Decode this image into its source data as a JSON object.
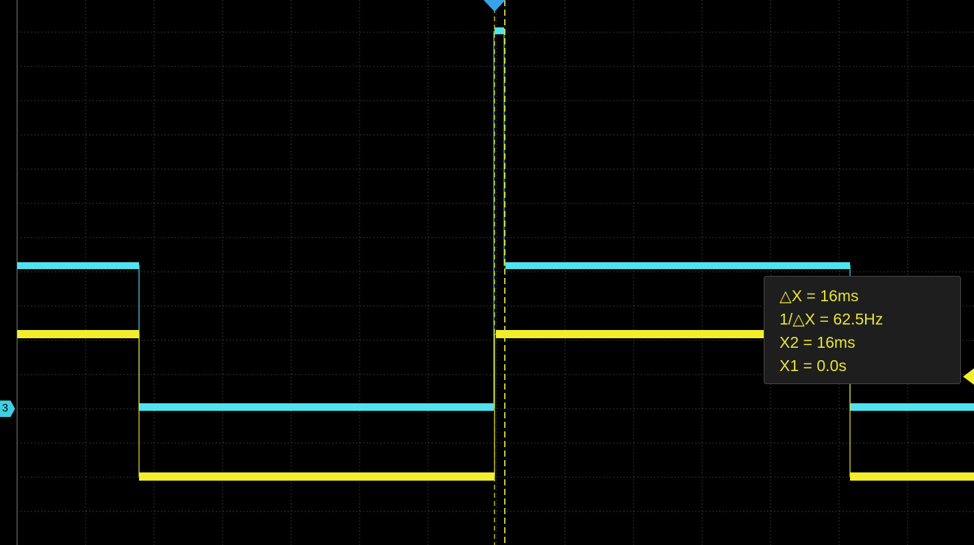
{
  "colors": {
    "background": "#000000",
    "grid": "#3a3a3a",
    "channel_cyan": "#4fe3ee",
    "channel_yellow": "#f2ee2e",
    "cursor": "#e8e43a",
    "trigger_marker": "#3aa3e8"
  },
  "cursor_readout": {
    "delta_x": "△X = 16ms",
    "inverse_delta_x": "1/△X = 62.5Hz",
    "x2": "X2 = 16ms",
    "x1": "X1 = 0.0s"
  },
  "channel_marker": {
    "label": "3"
  },
  "icons": {
    "trigger_position": "trigger-position-icon",
    "cursor_level": "cursor-level-icon"
  }
}
